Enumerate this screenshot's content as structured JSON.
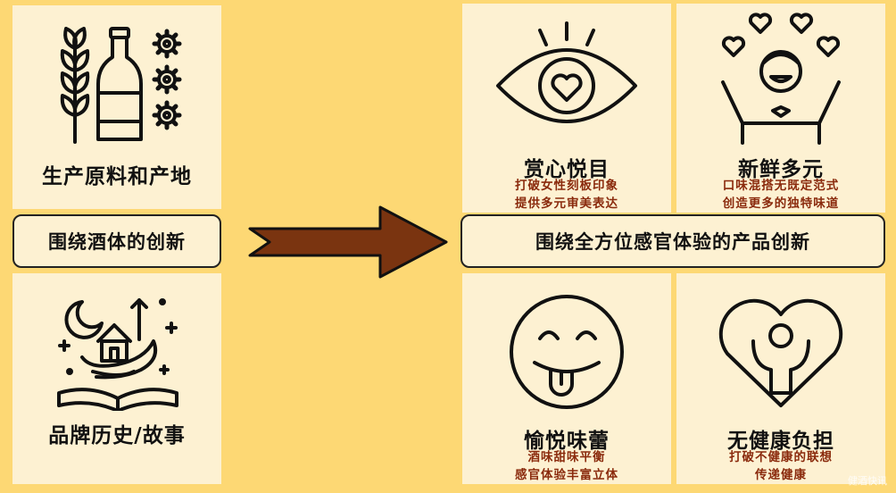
{
  "left": {
    "top_card": {
      "title": "生产原料和产地",
      "icon": "wheat-bottle-gears-icon"
    },
    "center_label": "围绕酒体的创新",
    "bottom_card": {
      "title": "品牌历史/故事",
      "icon": "storybook-house-icon"
    }
  },
  "arrow": {
    "icon": "right-arrow-icon",
    "color": "#7a3410"
  },
  "right": {
    "center_label": "围绕全方位感官体验的产品创新",
    "cards": [
      {
        "title": "赏心悦目",
        "lines": [
          "打破女性刻板印象",
          "提供多元审美表达"
        ],
        "icon": "eye-heart-icon"
      },
      {
        "title": "新鲜多元",
        "lines": [
          "口味混搭无既定范式",
          "创造更多的独特味道"
        ],
        "icon": "cheering-person-hearts-icon"
      },
      {
        "title": "愉悦味蕾",
        "lines": [
          "酒味甜味平衡",
          "感官体验丰富立体"
        ],
        "icon": "tongue-smiley-icon"
      },
      {
        "title": "无健康负担",
        "lines": [
          "打破不健康的联想",
          "传递健康"
        ],
        "icon": "heart-person-icon"
      }
    ]
  },
  "watermark": "健酒快讯",
  "colors": {
    "background": "#fdd874",
    "card": "#fdf1d2",
    "subtitle": "#8a2a0c",
    "arrow": "#7a3410"
  }
}
